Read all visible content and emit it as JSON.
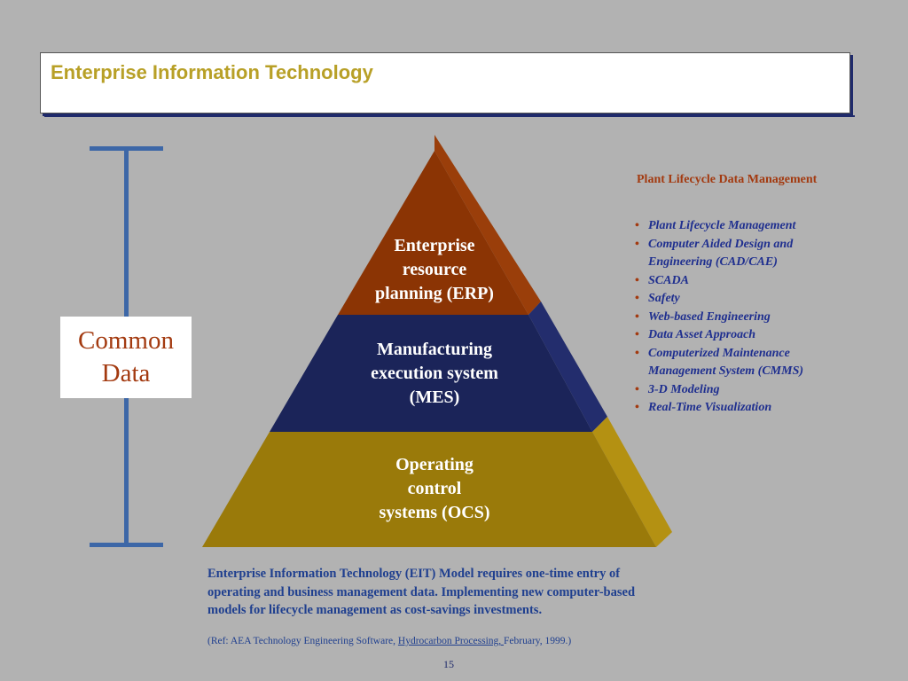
{
  "header": {
    "title": "Enterprise Information Technology"
  },
  "common_data": {
    "line1": "Common",
    "line2": "Data"
  },
  "pyramid": {
    "erp": {
      "line1": "Enterprise",
      "line2": "resource",
      "line3": "planning (ERP)",
      "color": "#8b3404"
    },
    "mes": {
      "line1": "Manufacturing",
      "line2": "execution system",
      "line3": "(MES)",
      "color": "#1b2459"
    },
    "ocs": {
      "line1": "Operating",
      "line2": "control",
      "line3": "systems (OCS)",
      "color": "#9a7a0a"
    }
  },
  "plm": {
    "title": "Plant Lifecycle  Data Management",
    "items": [
      "Plant Lifecycle Management",
      "Computer Aided Design and Engineering (CAD/CAE)",
      "SCADA",
      "Safety",
      "Web-based Engineering",
      "Data Asset Approach",
      "Computerized Maintenance Management System (CMMS)",
      "3-D Modeling",
      "Real-Time Visualization"
    ]
  },
  "caption": {
    "text": "Enterprise Information Technology (EIT) Model requires one-time entry of operating and business management data.  Implementing new computer-based models for lifecycle management as cost-savings investments.",
    "ref_prefix": "(Ref: AEA Technology Engineering Software, ",
    "ref_link": "Hydrocarbon Processing, ",
    "ref_suffix": "February, 1999.)"
  },
  "footer": {
    "page_number": "15"
  }
}
